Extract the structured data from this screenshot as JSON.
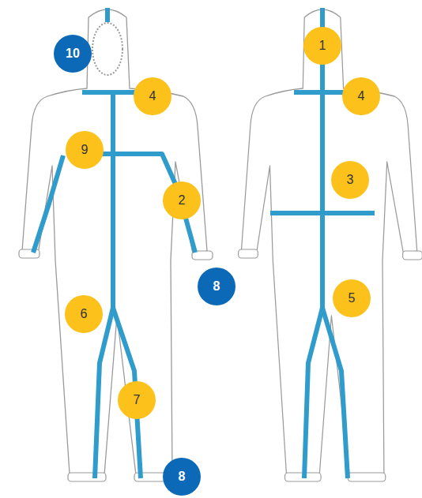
{
  "diagram": {
    "nodes": [
      {
        "text": [
          "10"
        ]
      },
      {
        "text": [
          "1"
        ]
      },
      {
        "text": [
          "4"
        ]
      },
      {
        "text": [
          "4"
        ]
      },
      {
        "text": [
          "9"
        ]
      },
      {
        "text": [
          "3"
        ]
      },
      {
        "text": [
          "2"
        ]
      },
      {
        "text": [
          "8"
        ]
      },
      {
        "text": [
          "5"
        ]
      },
      {
        "text": [
          "6"
        ]
      },
      {
        "text": [
          "7"
        ]
      },
      {
        "text": [
          "8"
        ]
      }
    ]
  }
}
